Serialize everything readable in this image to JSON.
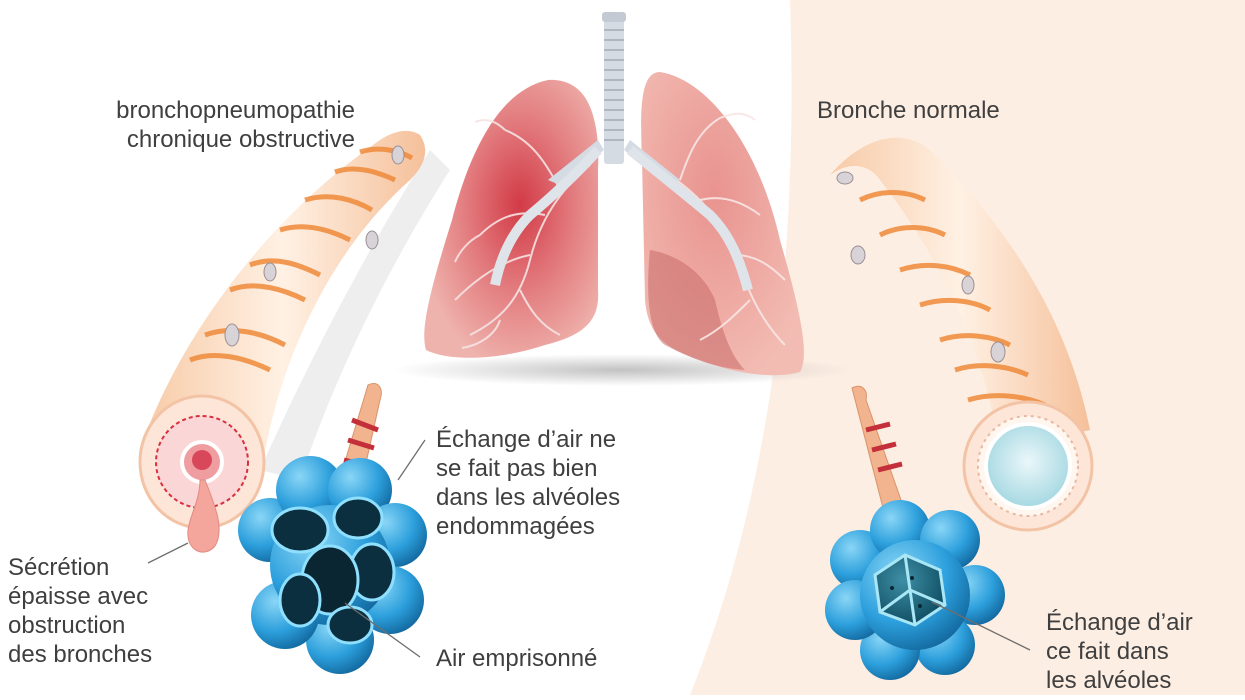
{
  "labels": {
    "copd_title": "bronchopneumopathie\nchronique obstructive",
    "normal_title": "Bronche normale",
    "secretion": "Sécrétion\népaisse avec\nobstruction\ndes bronches",
    "damaged_exchange": "Échange d’air ne\nse fait pas bien\ndans les alvéoles\nendommagées",
    "trapped_air": "Air emprisonné",
    "normal_exchange": "Échange d’air\nce fait dans\nles alvéoles"
  },
  "colors": {
    "background_right": "#fdeee3",
    "bronchus_wall": "#fde7d6",
    "bronchus_bands": "#f08c3c",
    "lung": "#e8a6a2",
    "lung_inflamed": "#d9404a",
    "trachea": "#d8dde3",
    "alveoli_blue": "#3aa7de",
    "alveoli_dark": "#0d4a5e"
  }
}
